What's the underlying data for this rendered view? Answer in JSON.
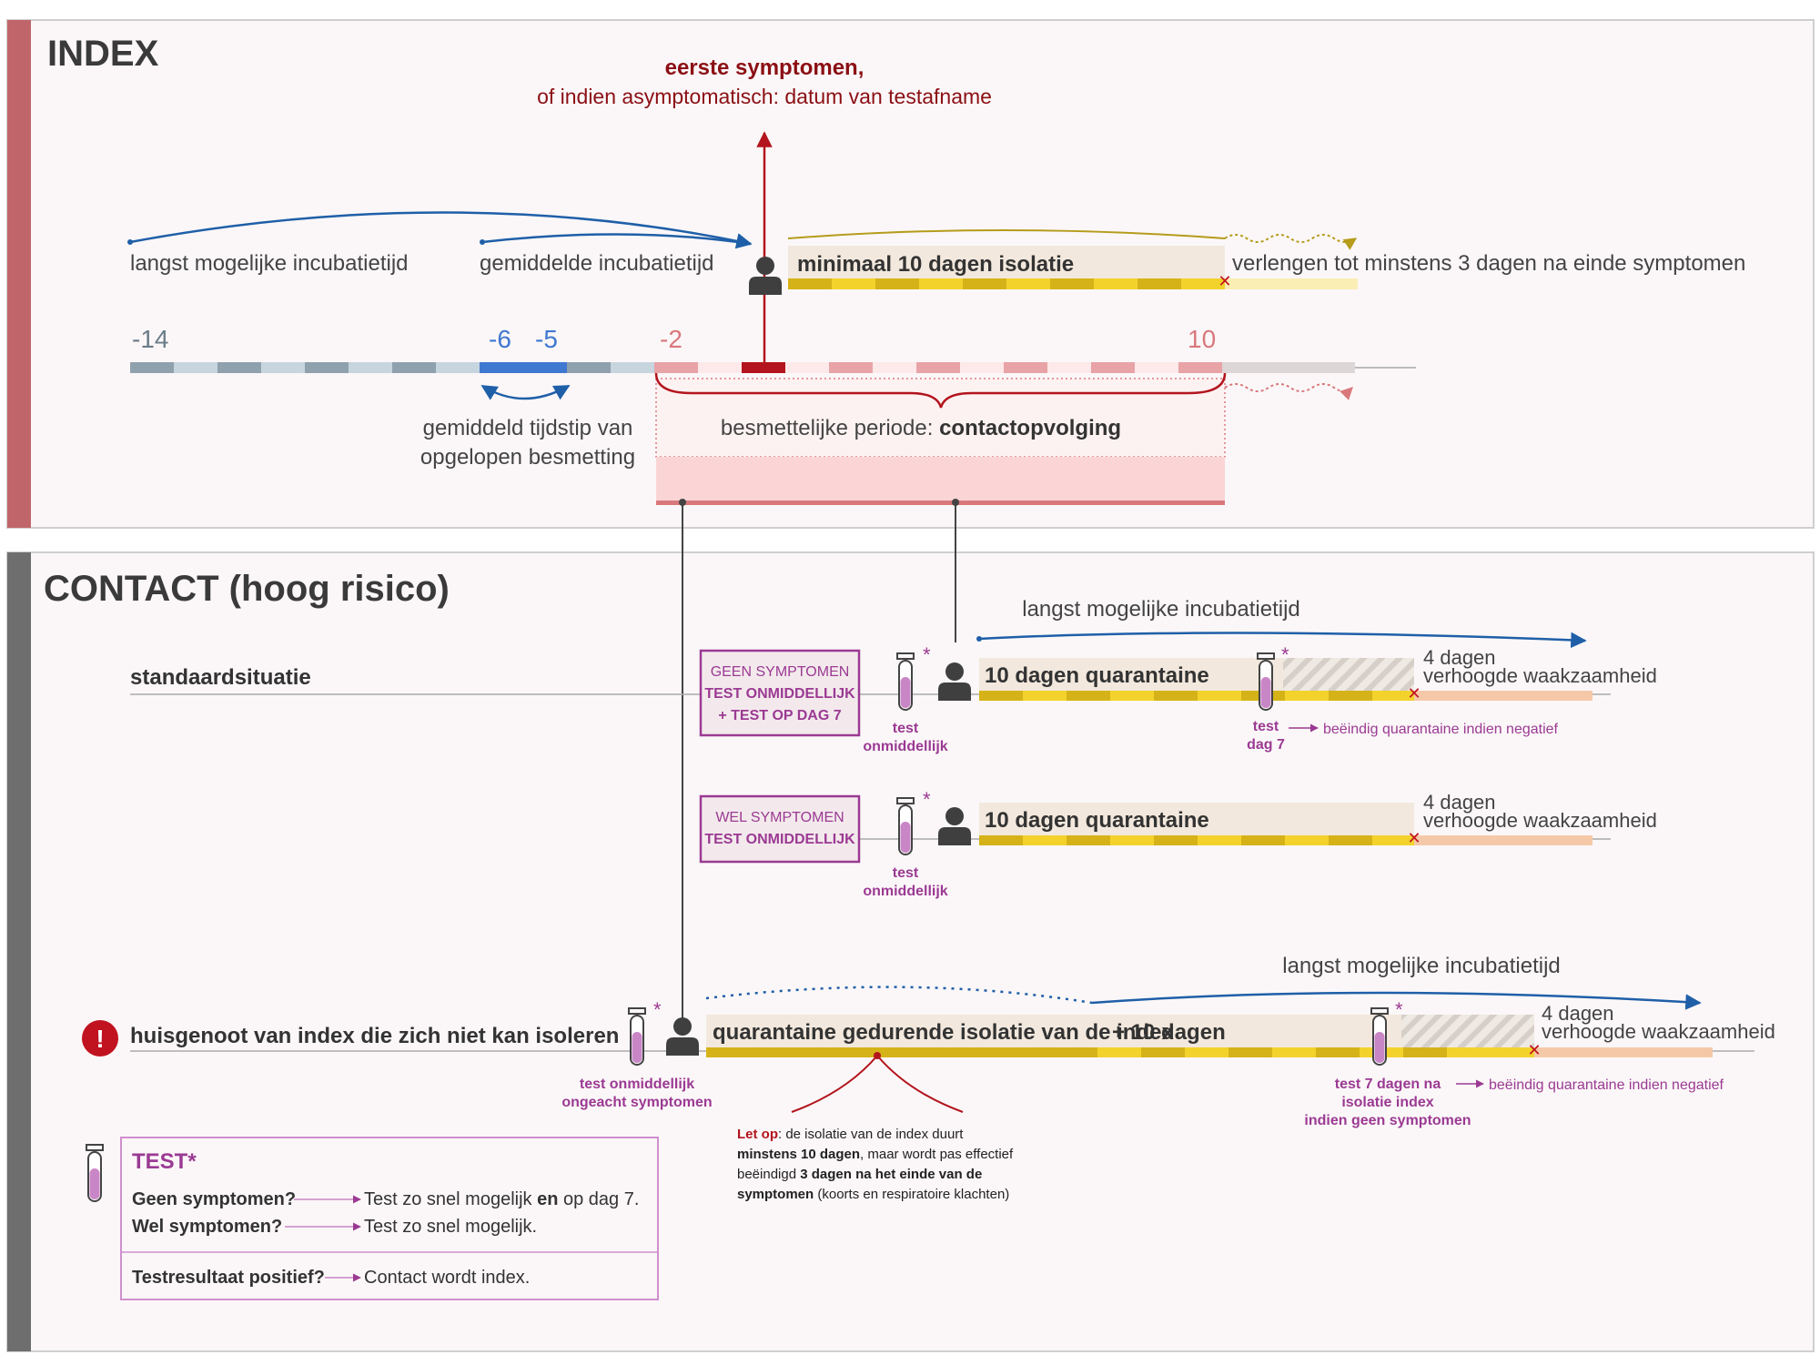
{
  "colors": {
    "index_accent": "#c0666a",
    "contact_accent": "#6e6e6e",
    "red": "#b3141d",
    "dark_red": "#8b0f14",
    "blue": "#1f5fa8",
    "yellow": "#f3d22c",
    "purple": "#9b3a93",
    "gold": "#b59c1b"
  },
  "index": {
    "title": "INDEX",
    "symptoms_title": "eerste symptomen,",
    "symptoms_subtitle": "of indien asymptomatisch: datum van testafname",
    "longest_incubation": "langst mogelijke incubatietijd",
    "average_incubation": "gemiddelde incubatietijd",
    "isolation_label": "minimaal 10 dagen isolatie",
    "extend_label": "verlengen tot minstens 3 dagen na einde symptomen",
    "timeline_ticks": [
      "-14",
      "-6",
      "-5",
      "-2",
      "10"
    ],
    "infection_time_line1": "gemiddeld tijdstip van",
    "infection_time_line2": "opgelopen besmetting",
    "contagious_period_prefix": "besmettelijke periode: ",
    "contagious_period_bold": "contactopvolging"
  },
  "contact": {
    "title": "CONTACT (hoog risico)",
    "longest_incubation": "langst mogelijke incubatietijd",
    "standard": {
      "label": "standaardsituatie",
      "box_line1": "GEEN SYMPTOMEN",
      "box_line2": "TEST ONMIDDELLIJK",
      "box_line3": "+ TEST OP DAG 7",
      "test_line1": "test",
      "test_line2": "onmiddellijk",
      "quarantine": "10 dagen quarantaine",
      "vigilance_line1": "4 dagen",
      "vigilance_line2": "verhoogde waakzaamheid",
      "test7_line1": "test",
      "test7_line2": "dag 7",
      "end_note": "beëindig quarantaine indien negatief"
    },
    "symptomatic": {
      "box_line1": "WEL SYMPTOMEN",
      "box_line2": "TEST ONMIDDELLIJK",
      "test_line1": "test",
      "test_line2": "onmiddellijk",
      "quarantine": "10 dagen quarantaine",
      "vigilance_line1": "4 dagen",
      "vigilance_line2": "verhoogde waakzaamheid"
    },
    "household": {
      "alert": "!",
      "label": "huisgenoot van index die zich niet kan isoleren",
      "test_line1": "test onmiddellijk",
      "test_line2": "ongeacht symptomen",
      "quarantine": "quarantaine gedurende isolatie van de index",
      "plus": "+ 10 dagen",
      "longest_incubation": "langst mogelijke incubatietijd",
      "vigilance_line1": "4 dagen",
      "vigilance_line2": "verhoogde waakzaamheid",
      "test7_line1": "test 7 dagen na",
      "test7_line2": "isolatie index",
      "test7_line3": "indien geen symptomen",
      "end_note": "beëindig quarantaine indien negatief",
      "note_letop": "Let op",
      "note_1": ": de isolatie van de index duurt",
      "note_2": "minstens 10 dagen",
      "note_3": ", maar wordt pas effectief",
      "note_4": "beëindigd ",
      "note_5": "3 dagen na het einde van de",
      "note_6": "symptomen",
      "note_7": " (koorts en respiratoire klachten)"
    },
    "asterisk": "*"
  },
  "test_legend": {
    "title": "TEST*",
    "q1": "Geen symptomen?",
    "a1_pre": "Test zo snel mogelijk ",
    "a1_bold": "en",
    "a1_post": " op dag 7.",
    "q2": "Wel symptomen?",
    "a2": "Test zo snel mogelijk.",
    "q3": "Testresultaat positief?",
    "a3": "Contact wordt index."
  }
}
